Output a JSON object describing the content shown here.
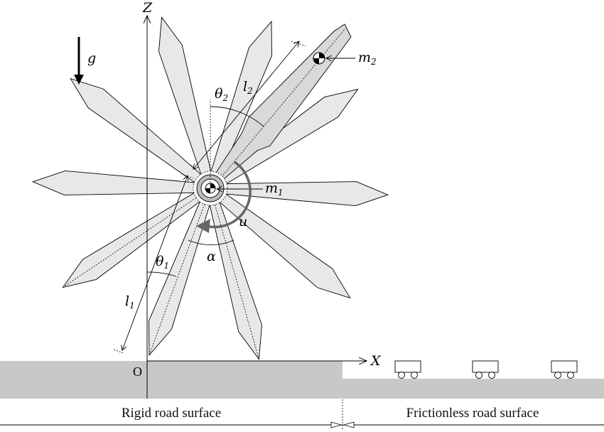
{
  "labels": {
    "z_axis": "Z",
    "x_axis": "X",
    "gravity": "g",
    "origin": "O",
    "m1": {
      "base": "m",
      "sub": "1"
    },
    "m2": {
      "base": "m",
      "sub": "2"
    },
    "l1": {
      "base": "l",
      "sub": "1"
    },
    "l2": {
      "base": "l",
      "sub": "2"
    },
    "theta1": {
      "base": "θ",
      "sub": "1"
    },
    "theta2": {
      "base": "θ",
      "sub": "2"
    },
    "alpha": "α",
    "torque": "u"
  },
  "captions": {
    "left": "Rigid road surface",
    "right": "Frictionless road surface"
  },
  "colors": {
    "spoke_fill": "#e8e8e8",
    "ground_fill": "#c8c8c8",
    "arm_fill": "#d9d9d9",
    "torque_arrow": "#666666",
    "line": "#000000"
  },
  "spokes": {
    "count": 10
  },
  "carts": {
    "count": 3
  }
}
